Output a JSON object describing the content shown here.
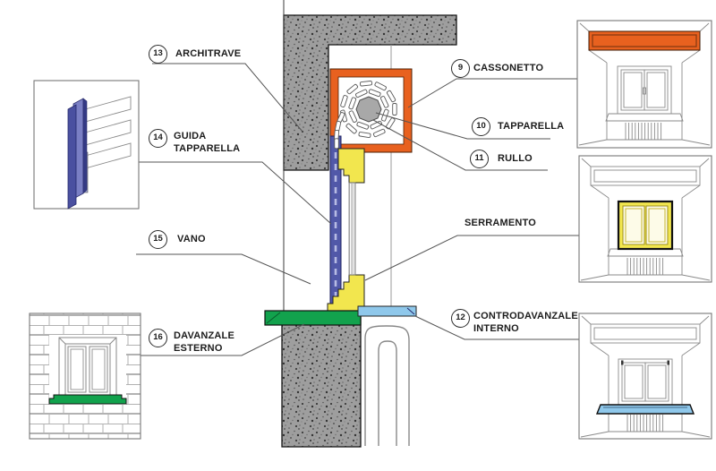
{
  "labels": {
    "left": [
      {
        "num": "13",
        "lines": [
          "ARCHITRAVE",
          ""
        ]
      },
      {
        "num": "14",
        "lines": [
          "GUIDA",
          "TAPPARELLA"
        ]
      },
      {
        "num": "15",
        "lines": [
          "VANO",
          ""
        ]
      },
      {
        "num": "16",
        "lines": [
          "DAVANZALE",
          "ESTERNO"
        ]
      }
    ],
    "right": [
      {
        "num": "9",
        "lines": [
          "CASSONETTO",
          ""
        ]
      },
      {
        "num": "10",
        "lines": [
          "TAPPARELLA",
          ""
        ]
      },
      {
        "num": "11",
        "lines": [
          "RULLO",
          ""
        ]
      },
      {
        "num": "",
        "lines": [
          "SERRAMENTO",
          ""
        ]
      },
      {
        "num": "12",
        "lines": [
          "CONTRODAVANZALE",
          "INTERNO"
        ]
      }
    ]
  },
  "colors": {
    "orange": "#E8611F",
    "orange_dark": "#8A3A12",
    "yellow": "#F2E64E",
    "blue": "#5158A8",
    "blue_dark": "#23266B",
    "blue_light": "#B7BBE4",
    "green": "#12A24D",
    "lightblue": "#8FC8EB",
    "concrete": "#9E9E9E",
    "outline": "#8A8A8A"
  }
}
